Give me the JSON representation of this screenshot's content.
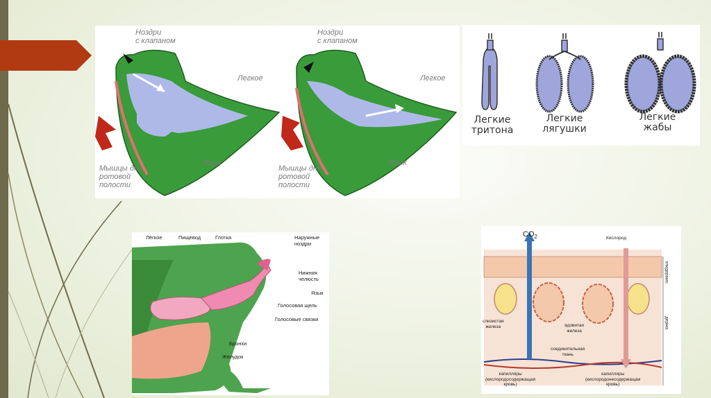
{
  "slide": {
    "accent_color": "#b23a12",
    "frame_color": "#6f6a4c"
  },
  "panel_mouth": {
    "left": {
      "nostrils": "Ноздри\nс клапаном",
      "lung": "Легкое",
      "tongue": "Язык",
      "muscles": "Мышцы дна\nротовой\nполости"
    },
    "right": {
      "nostrils": "Ноздри\nс клапаном",
      "lung": "Легкое",
      "tongue": "Язык",
      "muscles": "Мышцы дна\nротовой\nполости"
    }
  },
  "panel_lungs": {
    "newt": "Легкие\nтритона",
    "frog": "Легкие\nлягушки",
    "toad": "Легкие\nжабы"
  },
  "panel_anatomy": {
    "lung": "Лёгкое",
    "esophagus": "Пищевод",
    "pharynx": "Глотка",
    "nostrils": "Наружные\nноздри",
    "jaw": "Нижняя\nчелюсть",
    "tongue": "Язык",
    "glottis": "Голосовая щель",
    "cords": "Голосовые связки",
    "bronchi": "Бронхи",
    "stomach": "Желудок"
  },
  "panel_skin": {
    "co2": "CO",
    "co2_sub": "2",
    "oxygen": "Кислород",
    "epidermis": "эпидермис",
    "dermis": "дерма",
    "mucous": "слизистая\nжелеза",
    "poison": "ядовитая\nжелеза",
    "tissue": "соединительная\nткань",
    "cap_left": "капилляры\n(кислородосодержащая\nкровь)",
    "cap_right": "капилляры\n(кислородонесодержащая\nкровь)"
  }
}
